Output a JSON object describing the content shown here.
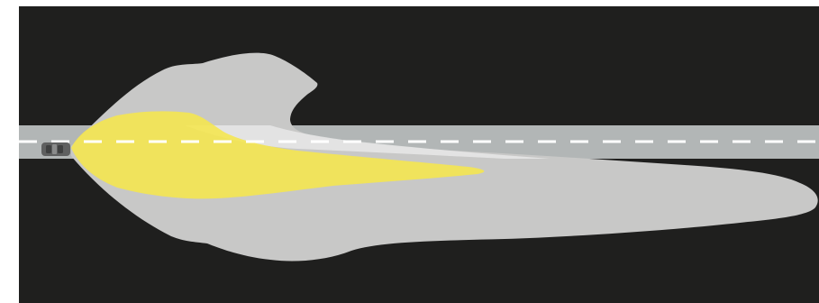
{
  "colors": {
    "page_background": "#ffffff",
    "night_background": "#1f1f1e",
    "road": "#b2b6b6",
    "lane_marking": "#ffffff",
    "low_beam_spread": "#c8c8c7",
    "road_glare": "#e6e8e8",
    "high_beam": "#f5e64d",
    "vehicle": "#5f6060"
  },
  "layers": [
    {
      "key": "low-beam",
      "color": "#c8c8c7",
      "opacity": 1
    },
    {
      "key": "road-glare",
      "color": "#ececec",
      "opacity": 0.75
    },
    {
      "key": "high-beam",
      "color": "#f5e64d",
      "opacity": 0.88
    }
  ]
}
